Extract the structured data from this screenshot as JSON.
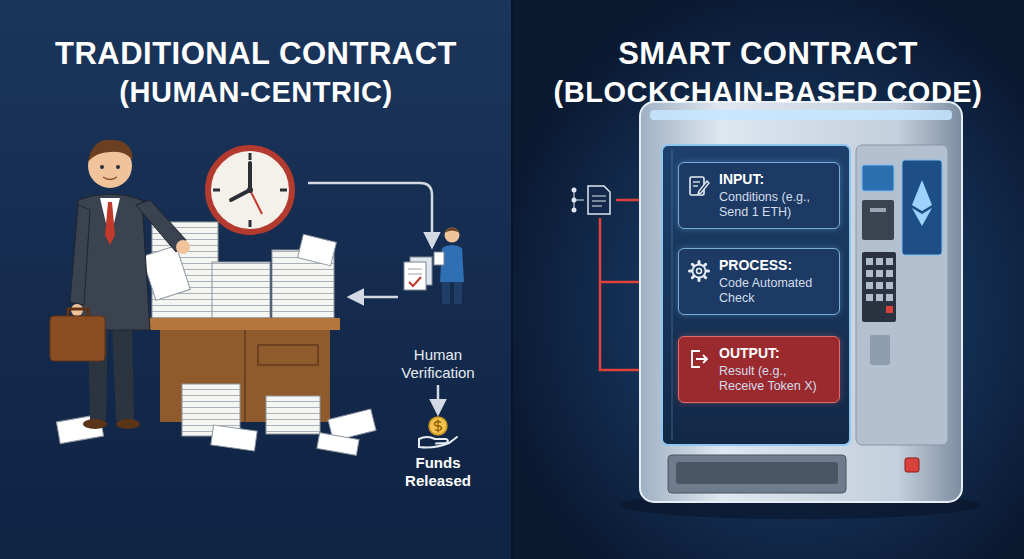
{
  "diagram": {
    "nodes": [
      {
        "text": [
          "Human Verification"
        ]
      },
      {
        "text": [
          "Funds Released"
        ]
      },
      {
        "text": [
          "INPUT:",
          "Conditions (e.g., Send 1 ETH)"
        ]
      },
      {
        "text": [
          "PROCESS:",
          "Code Automated Check"
        ]
      },
      {
        "text": [
          "OUTPUT:",
          "Result (e.g., Receive Token X)"
        ]
      }
    ],
    "edges": [
      {
        "from": 0,
        "to": 1,
        "arrow": "to"
      }
    ],
    "labels": [
      "TRADITIONAL CONTRACT",
      "(HUMAN-CENTRIC)",
      "SMART CONTRACT",
      "(BLOCKCHAIN-BASED CODE)"
    ]
  }
}
